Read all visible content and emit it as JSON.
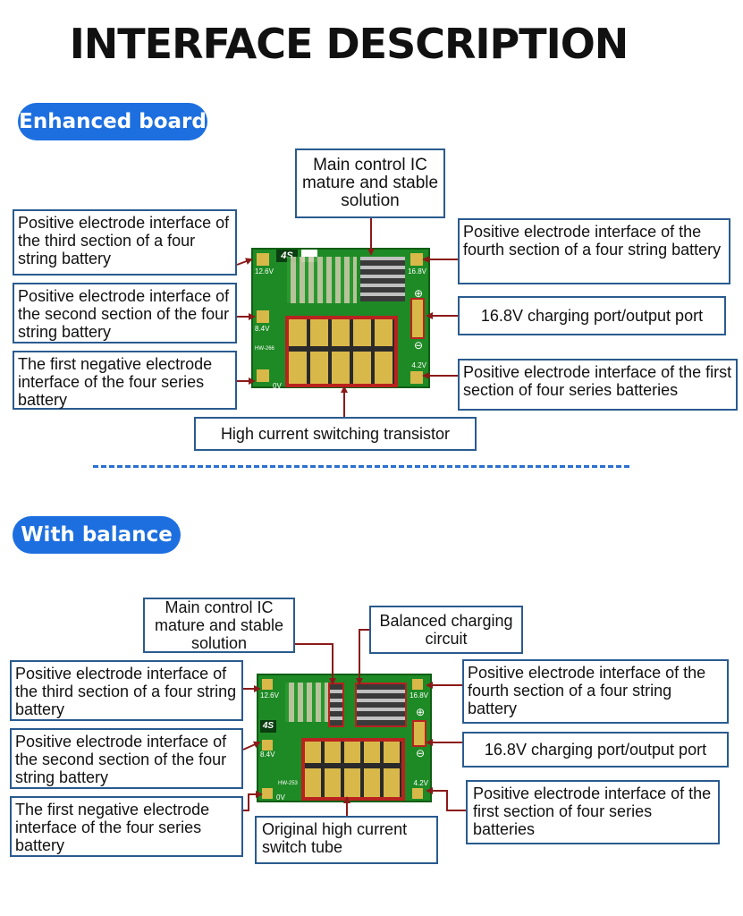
{
  "title": "INTERFACE DESCRIPTION",
  "section1": {
    "label": "Enhanced board",
    "main_ic": "Main control IC mature and stable solution",
    "third": "Positive electrode interface of the third section of a four string battery",
    "second": "Positive electrode interface of the second section of the four string battery",
    "first_neg": "The first negative electrode interface of the four series battery",
    "fourth": "Positive electrode interface of the fourth section of a four string battery",
    "charging": "16.8V charging port/output port",
    "first_pos": "Positive electrode interface of the first section of four series batteries",
    "transistor": "High current switching transistor",
    "board": {
      "tag": "4S",
      "v126": "12.6V",
      "v84": "8.4V",
      "v0": "0V",
      "v168": "16.8V",
      "v42": "4.2V",
      "model": "HW-266",
      "plus": "⊕",
      "minus": "⊖"
    }
  },
  "section2": {
    "label": "With balance",
    "main_ic": "Main control IC mature and stable solution",
    "balanced": "Balanced charging circuit",
    "third": "Positive electrode interface of the third section of a four string battery",
    "second": "Positive electrode interface of the second section of the four string battery",
    "first_neg": "The first negative electrode interface of the four series battery",
    "fourth": "Positive electrode interface of the fourth section of a four string battery",
    "charging": "16.8V charging port/output port",
    "first_pos": "Positive electrode interface of the first section of four series batteries",
    "switch_tube": "Original high current switch tube",
    "board": {
      "tag": "4S",
      "v126": "12.6V",
      "v84": "8.4V",
      "v0": "0V",
      "v168": "16.8V",
      "v42": "4.2V",
      "model": "HW-253",
      "plus": "⊕",
      "minus": "⊖"
    }
  },
  "colors": {
    "accent_blue": "#1d6fe0",
    "box_border": "#2a5b8f",
    "arrow": "#8b1a1a",
    "pcb_green": "#1e8a25"
  }
}
